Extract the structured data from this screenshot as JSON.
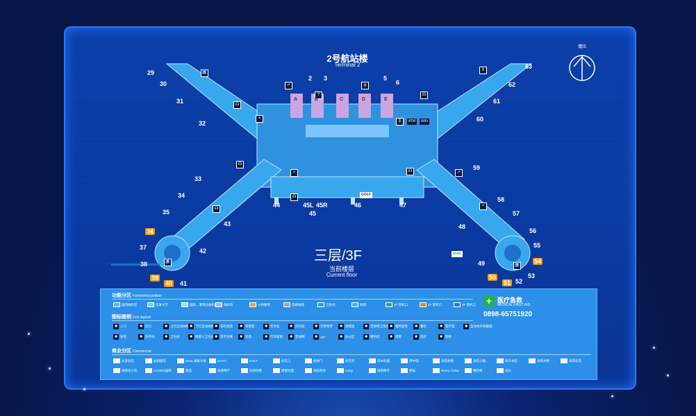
{
  "terminal": {
    "name_cn": "2号航站楼",
    "name_en": "Terminal 2"
  },
  "compass": {
    "label": "南S"
  },
  "floor": {
    "big": "三层/3F",
    "cn": "当前楼层",
    "en": "Current floor"
  },
  "gates": {
    "g29": "29",
    "g30": "30",
    "g31": "31",
    "g32": "32",
    "g33": "33",
    "g34": "34",
    "g35": "35",
    "g36": "36",
    "g37": "37",
    "g38": "38",
    "g39": "39",
    "g40": "40",
    "g41": "41",
    "g42": "42",
    "g43": "43",
    "g44": "44",
    "g45L": "45L",
    "g45": "45",
    "g45R": "45R",
    "g46": "46",
    "g47": "47",
    "g48": "48",
    "g49": "49",
    "g50": "50",
    "g51": "51",
    "g52": "52",
    "g53": "53",
    "g54": "54",
    "g55": "55",
    "g56": "56",
    "g57": "57",
    "g58": "58",
    "g59": "59",
    "g60": "60",
    "g61": "61",
    "g62": "62",
    "g63": "63",
    "n2": "2",
    "n3": "3",
    "n5": "5",
    "n6": "6",
    "counters": [
      "A",
      "B",
      "C",
      "D",
      "E"
    ]
  },
  "legend": {
    "functional_title": "功能分区",
    "functional_title_en": "Functional partition",
    "functional": [
      {
        "label": "国内候机区",
        "color": "#5ab0f0"
      },
      {
        "label": "出发大厅",
        "color": "#7cc6ff"
      },
      {
        "label": "国际、港澳台候机区",
        "color": "#a7d9ff"
      },
      {
        "label": "值机岛",
        "color": "#c9a6e0"
      },
      {
        "label": "公共服务",
        "color": "#f0a23b"
      },
      {
        "label": "电梯通道",
        "color": "#9aa4ad"
      },
      {
        "label": "卫生间",
        "color": "#2f9fe0"
      },
      {
        "label": "商铺",
        "color": "#39b6ff"
      },
      {
        "label": "1F 登机口",
        "color": "#39a36b"
      },
      {
        "label": "2F 登机口",
        "color": "#e8822d"
      },
      {
        "label": "3F 登机口",
        "color": "#2f79d1"
      }
    ],
    "icons_title": "图标图例",
    "icons_title_en": "Icon legend",
    "icons": [
      "入口",
      "出口",
      "上行自动扶梯",
      "下行自动扶梯",
      "安检通道",
      "母婴室",
      "饮水处",
      "问讯处",
      "行李寄存",
      "吸烟室",
      "无障碍卫生间",
      "临时安检",
      "餐饮",
      "医疗室",
      "自动体外除颤器",
      "安检",
      "洗手间",
      "卫生间",
      "残疾人卫生间",
      "货币兑换",
      "充电",
      "行李提取",
      "无线网",
      "VIP",
      "办公区",
      "便利店",
      "母婴",
      "酒店",
      "购物"
    ],
    "commercial_title": "商业分区",
    "commercial_title_en": "Commercial",
    "commercial": [
      "长安名吃",
      "加厨面馆",
      "Dasa 海鲜大咖",
      "CHITC",
      "GOLF",
      "优衣上",
      "金拱门",
      "星巴克",
      "日本料理",
      "港中旅",
      "海航免税",
      "满足小铺",
      "新华书店",
      "海南乡野",
      "海南农垦",
      "海南名小吃",
      "COSMO国际",
      "南航",
      "海南特产",
      "深圳地铁",
      "唐富拉面",
      "海航商务",
      "today",
      "海南椰子",
      "熊猫",
      "Nancy Today",
      "赛百味",
      "优乐"
    ]
  },
  "first_aid": {
    "title": "医疗急救",
    "subtitle": "MEDICAL FIRST AID",
    "phone": "0898-65751920"
  },
  "map_labels": {
    "golf": "GOLF",
    "today": "today",
    "atm": "ATM",
    "wifi": "WiFi"
  },
  "colors": {
    "background": "#06164a",
    "frame": "#0a3aa0",
    "concourse": "#37a7ee",
    "hall": "#2f92e0",
    "accent_orange": "#f29b10",
    "legend_bg": "#2c90e8",
    "first_aid_green": "#21b14b"
  }
}
